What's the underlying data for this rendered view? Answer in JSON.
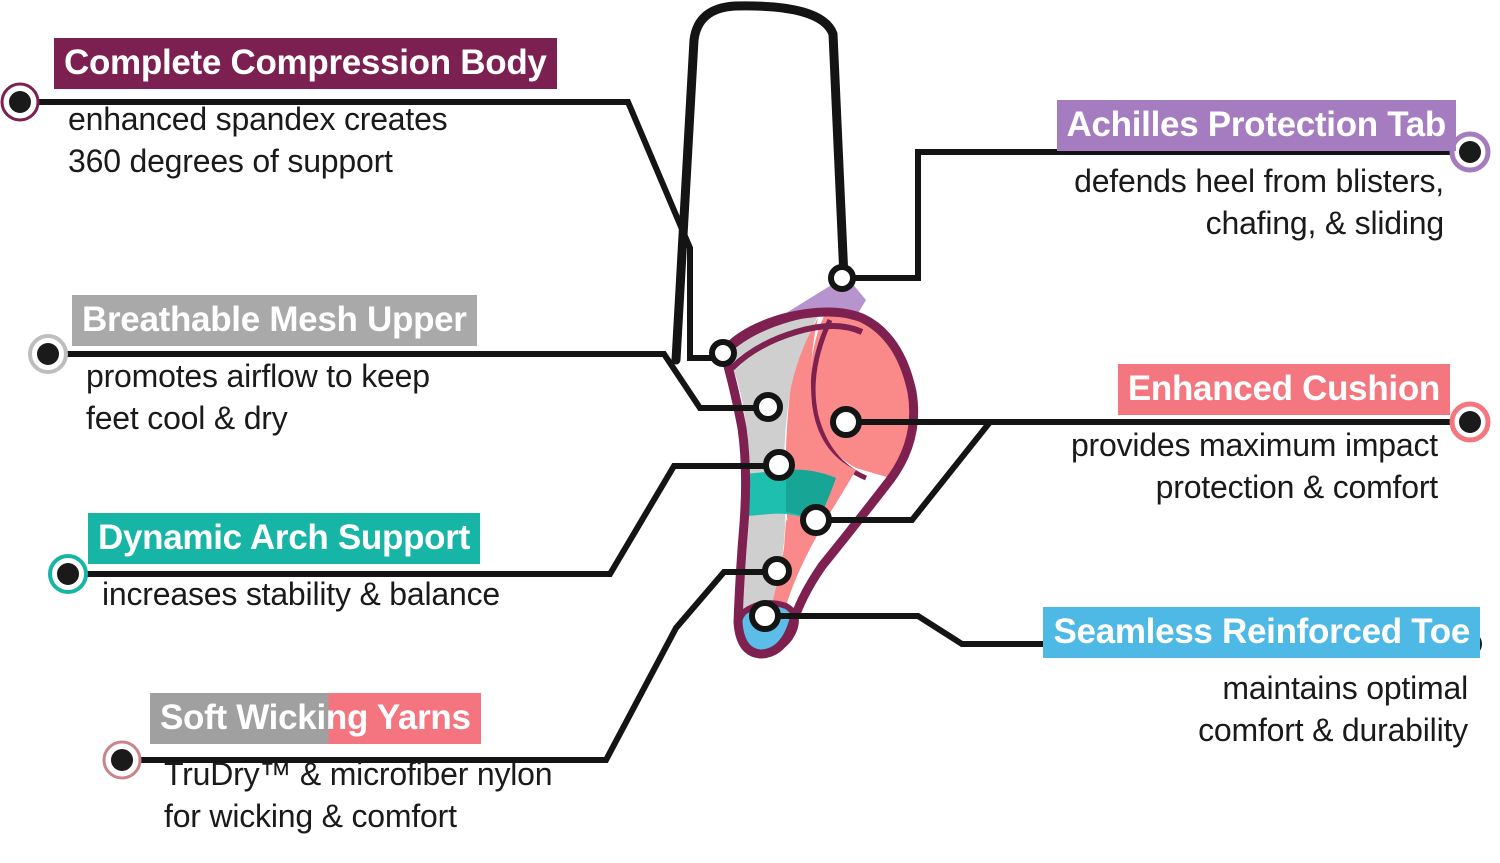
{
  "diagram": {
    "subject": "athletic ankle sock technology features",
    "colors": {
      "compression": "#7B2050",
      "mesh": "#A9A9A9",
      "arch": "#17B5A5",
      "yarns_left": "#A0A0A0",
      "yarns_right": "#F4757F",
      "achilles": "#A47CBF",
      "cushion": "#F4767F",
      "toe": "#4FB9E5",
      "outline": "#7E2150",
      "line": "#141414",
      "sock_body": "#FFFFFF",
      "cushion_fill": "#FA8A8A",
      "mesh_fill": "#CFCFCF",
      "arch_fill": "#1FBFAF",
      "arch_fill_dark": "#17A596",
      "toe_fill": "#5CBEE8",
      "achilles_fill": "#B794CE"
    },
    "callouts": [
      {
        "id": "compression",
        "side": "left",
        "title": "Complete Compression Body",
        "description": "enhanced spandex creates\n360 degrees of support",
        "tag_color": "#7B2050",
        "dot_ring_color": "#7B2050",
        "target": "sock-collar"
      },
      {
        "id": "mesh",
        "side": "left",
        "title": "Breathable Mesh Upper",
        "description": "promotes airflow to keep\nfeet cool & dry",
        "tag_color": "#A9A9A9",
        "dot_ring_color": "#BEBEBE",
        "target": "sock-instep"
      },
      {
        "id": "arch",
        "side": "left",
        "title": "Dynamic Arch Support",
        "description": "increases stability & balance",
        "tag_color": "#17B5A5",
        "dot_ring_color": "#17B5A5",
        "target": "sock-arch"
      },
      {
        "id": "yarns",
        "side": "left",
        "title": "Soft Wicking Yarns",
        "description": "TruDry™ & microfiber nylon\nfor wicking & comfort",
        "tag_color_left": "#A0A0A0",
        "tag_color_right": "#F4757F",
        "dot_ring_color": "#C9848C",
        "target": "sock-forefoot"
      },
      {
        "id": "achilles",
        "side": "right",
        "title": "Achilles Protection Tab",
        "description": "defends heel from blisters,\nchafing, & sliding",
        "tag_color": "#A47CBF",
        "dot_ring_color": "#A47CBF",
        "target": "sock-achilles-tab"
      },
      {
        "id": "cushion",
        "side": "right",
        "title": "Enhanced Cushion",
        "description": "provides maximum impact\nprotection & comfort",
        "tag_color": "#F4767F",
        "dot_ring_color": "#F4767F",
        "target": "sock-heel-and-ball"
      },
      {
        "id": "toe",
        "side": "right",
        "title": "Seamless Reinforced Toe",
        "description": "maintains optimal\ncomfort & durability",
        "tag_color": "#4FB9E5",
        "dot_ring_color": "#141414",
        "target": "sock-toe"
      }
    ]
  }
}
